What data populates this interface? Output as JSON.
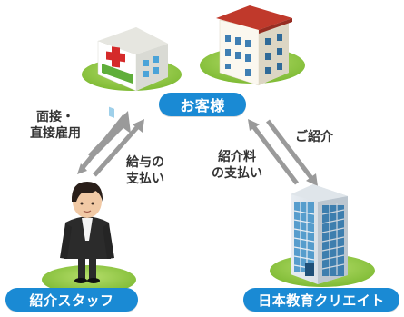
{
  "nodes": {
    "customer": "お客様",
    "staff": "紹介スタッフ",
    "company": "日本教育クリエイト"
  },
  "edges": {
    "interview_employ": [
      "面接・",
      "直接雇用"
    ],
    "salary_payment": [
      "給与の",
      "支払い"
    ],
    "fee_payment": [
      "紹介料",
      "の支払い"
    ],
    "introduction": "ご紹介"
  },
  "colors": {
    "label_bg": "#1a8ad4",
    "arrow": "#9a9a9a",
    "grass": "#8cc63f"
  },
  "icons": [
    "hospital-icon",
    "school-building-icon",
    "staff-person-icon",
    "office-tower-icon"
  ]
}
